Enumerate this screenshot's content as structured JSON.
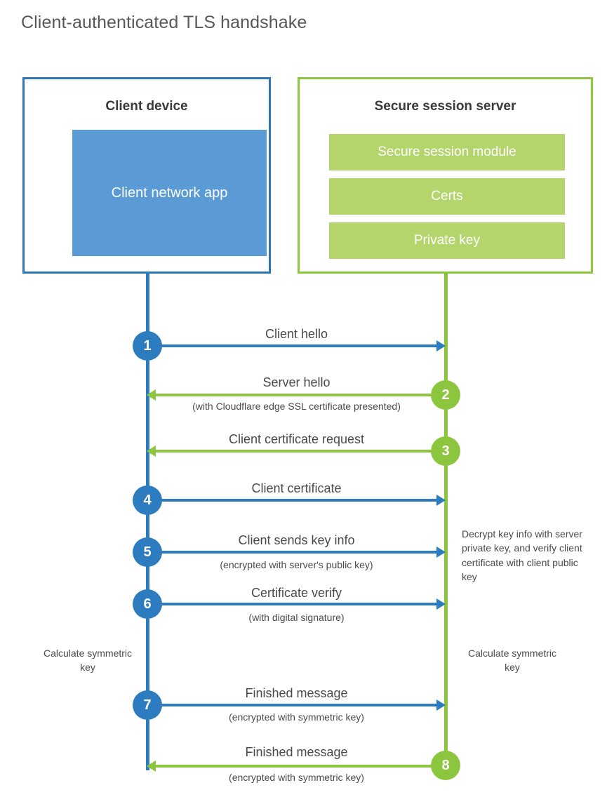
{
  "title": "Client-authenticated TLS handshake",
  "colors": {
    "client_border": "#2E75B6",
    "client_fill": "#5B9BD5",
    "client_line": "#2E7CC0",
    "server_border": "#8CC63E",
    "server_fill": "#B3D56C",
    "server_line": "#8CC63E",
    "text": "#4a4a4a"
  },
  "client": {
    "title": "Client device",
    "app_label": "Client network app"
  },
  "server": {
    "title": "Secure session server",
    "modules": [
      "Secure session module",
      "Certs",
      "Private key"
    ]
  },
  "steps": [
    {
      "number": "1",
      "label": "Client hello",
      "sublabel": "",
      "direction": "client-to-server",
      "color": "blue"
    },
    {
      "number": "2",
      "label": "Server hello",
      "sublabel": "(with Cloudflare edge SSL certificate presented)",
      "direction": "server-to-client",
      "color": "green"
    },
    {
      "number": "3",
      "label": "Client certificate request",
      "sublabel": "",
      "direction": "server-to-client",
      "color": "green"
    },
    {
      "number": "4",
      "label": "Client certificate",
      "sublabel": "",
      "direction": "client-to-server",
      "color": "blue"
    },
    {
      "number": "5",
      "label": "Client sends key info",
      "sublabel": "(encrypted with server's public key)",
      "direction": "client-to-server",
      "color": "blue"
    },
    {
      "number": "6",
      "label": "Certificate verify",
      "sublabel": "(with digital signature)",
      "direction": "client-to-server",
      "color": "blue"
    },
    {
      "number": "7",
      "label": "Finished message",
      "sublabel": "(encrypted with symmetric key)",
      "direction": "client-to-server",
      "color": "blue"
    },
    {
      "number": "8",
      "label": "Finished message",
      "sublabel": "(encrypted with symmetric key)",
      "direction": "server-to-client",
      "color": "green"
    }
  ],
  "notes": {
    "server_decrypt": "Decrypt key info with server private key, and verify client certificate with client public key",
    "client_calculate": "Calculate symmetric key",
    "server_calculate": "Calculate symmetric key"
  }
}
